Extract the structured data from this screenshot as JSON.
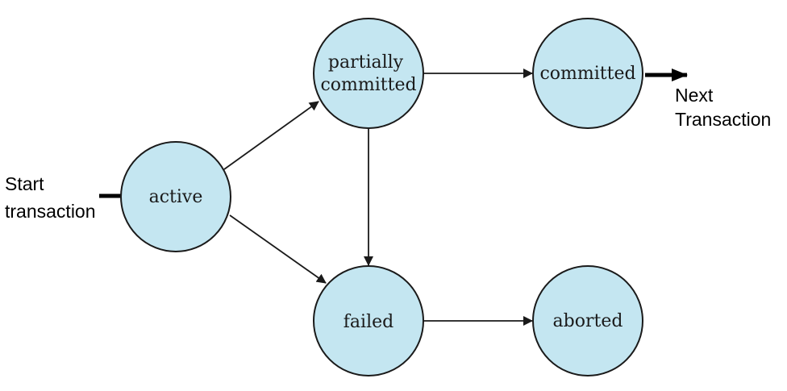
{
  "colors": {
    "state_fill": "#c4e6f1",
    "state_stroke": "#1a1a1a",
    "arrow": "#1a1a1a",
    "thick_arrow": "#000000"
  },
  "states": {
    "active": "active",
    "partially_committed": [
      "partially",
      "committed"
    ],
    "committed": "committed",
    "failed": "failed",
    "aborted": "aborted"
  },
  "labels": {
    "start": [
      "Start",
      "transaction"
    ],
    "next": [
      "Next",
      "Transaction"
    ]
  },
  "transitions": [
    {
      "from": "active",
      "to": "partially_committed"
    },
    {
      "from": "active",
      "to": "failed"
    },
    {
      "from": "partially_committed",
      "to": "committed"
    },
    {
      "from": "partially_committed",
      "to": "failed"
    },
    {
      "from": "failed",
      "to": "aborted"
    }
  ]
}
